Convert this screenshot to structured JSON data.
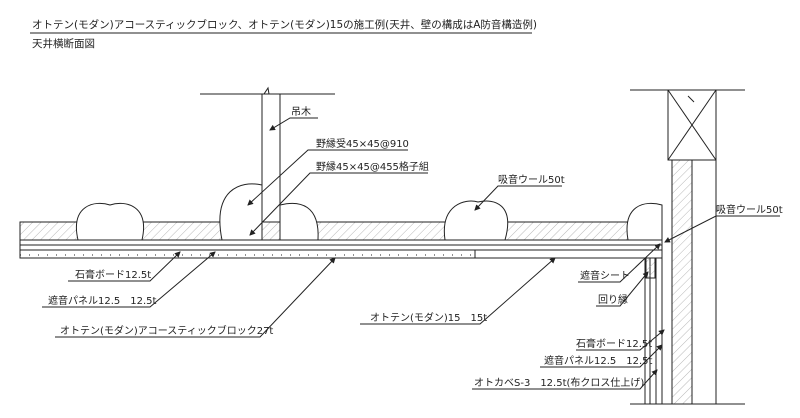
{
  "title": "オトテン(モダン)アコースティックブロック、オトテン(モダン)15の施工例(天井、壁の構成はA防音構造例)",
  "subtitle": "天井横断面図",
  "labels": {
    "hanger": "吊木",
    "joist_bearer": "野縁受45×45@910",
    "joist": "野縁45×45@455格子組",
    "wool_ceiling": "吸音ウール50t",
    "wool_wall": "吸音ウール50t",
    "gypsum_ceiling": "石膏ボード12.5t",
    "panel_ceiling": "遮音パネル12.5　12.5t",
    "acoustic_block": "オトテン(モダン)アコースティックブロック27t",
    "oteten15": "オトテン(モダン)15　15t",
    "sound_sheet": "遮音シート",
    "molding": "回り縁",
    "gypsum_wall": "石膏ボード12.5t",
    "panel_wall": "遮音パネル12.5　12.5t",
    "otokabe": "オトカベS-3　12.5t(布クロス仕上げ)"
  }
}
